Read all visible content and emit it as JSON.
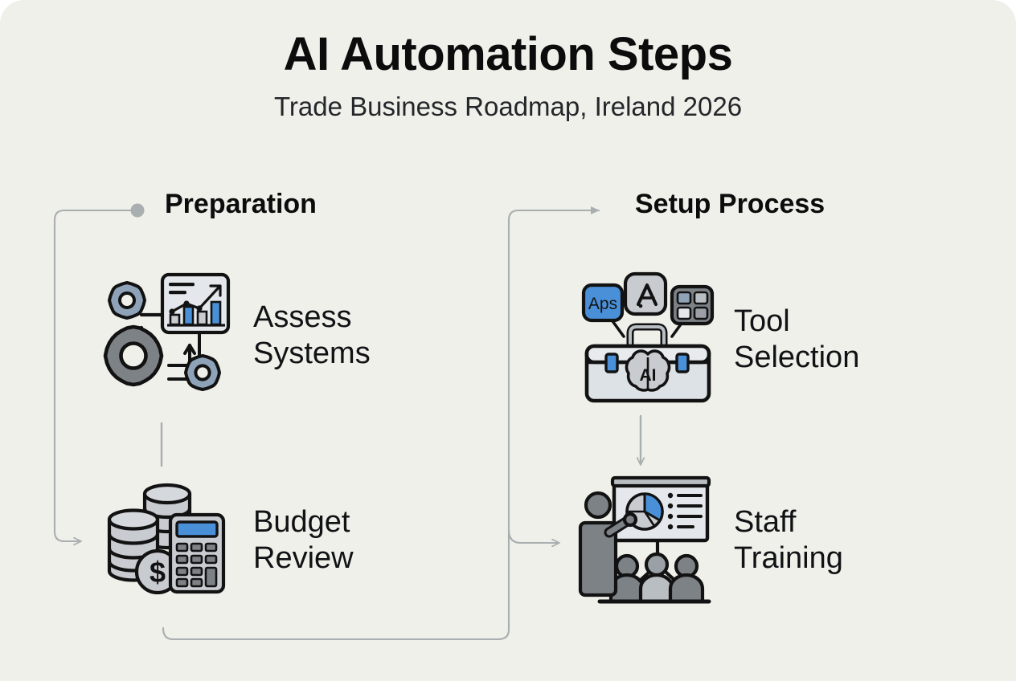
{
  "header": {
    "title": "AI Automation Steps",
    "subtitle": "Trade Business Roadmap, Ireland 2026"
  },
  "columns": [
    {
      "id": "preparation",
      "title": "Preparation",
      "steps": [
        {
          "id": "assess-systems",
          "label": "Assess\nSystems",
          "icon": "gears-analytics-icon"
        },
        {
          "id": "budget-review",
          "label": "Budget\nReview",
          "icon": "coins-calculator-icon"
        }
      ]
    },
    {
      "id": "setup-process",
      "title": "Setup Process",
      "steps": [
        {
          "id": "tool-selection",
          "label": "Tool\nSelection",
          "icon": "ai-toolbox-icon"
        },
        {
          "id": "staff-training",
          "label": "Staff\nTraining",
          "icon": "presentation-training-icon"
        }
      ]
    }
  ],
  "icon_text": {
    "apps_tile": "Aps",
    "brain_label": "AI",
    "currency_symbol": "$"
  },
  "colors": {
    "background": "#eff0ea",
    "page": "#ffffff",
    "title": "#0c0c0c",
    "body_text": "#111214",
    "accent_blue": "#4a90d9",
    "icon_outline": "#121212",
    "icon_gray": "#7d8287",
    "icon_light": "#c8cbd0",
    "icon_pale": "#dde2e7",
    "icon_steel": "#8ea3b8",
    "connector": "#a9aeb0"
  },
  "connectors": [
    {
      "id": "preparation-entry",
      "from": "preparation-title",
      "to": "budget-review",
      "marker": "dot-start-arrow-end"
    },
    {
      "id": "assess-to-budget",
      "from": "assess-systems",
      "to": "budget-review",
      "marker": "plain-line"
    },
    {
      "id": "budget-to-setup",
      "from": "budget-review",
      "to": "setup-process-title",
      "marker": "arrow-end"
    },
    {
      "id": "tool-to-staff",
      "from": "tool-selection",
      "to": "staff-training",
      "marker": "arrow-end"
    },
    {
      "id": "setup-to-staff",
      "from": "setup-process-title",
      "to": "staff-training",
      "marker": "arrow-end"
    }
  ]
}
